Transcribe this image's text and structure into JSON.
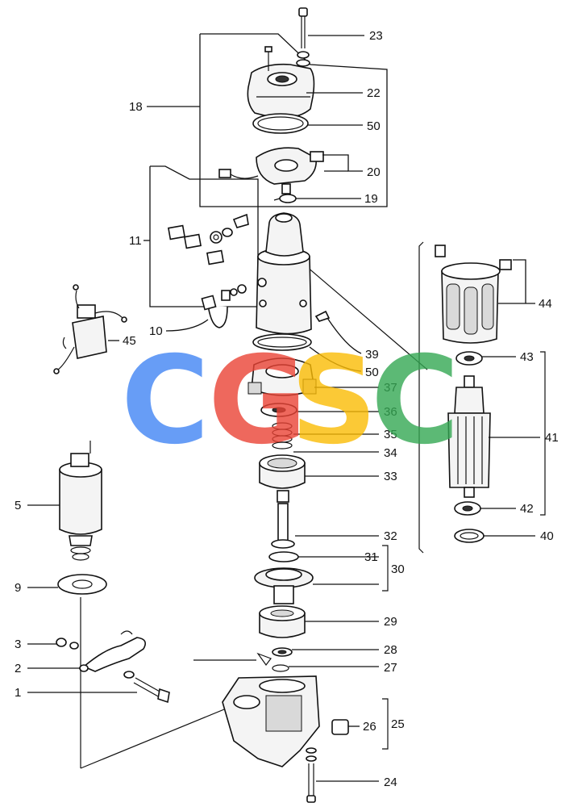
{
  "labels": {
    "l1": "1",
    "l2": "2",
    "l3": "3",
    "l5": "5",
    "l9": "9",
    "l10": "10",
    "l11": "11",
    "l18": "18",
    "l19": "19",
    "l20": "20",
    "l22": "22",
    "l23": "23",
    "l24": "24",
    "l25": "25",
    "l26": "26",
    "l27": "27",
    "l28": "28",
    "l29": "29",
    "l30": "30",
    "l31": "31",
    "l32": "32",
    "l33": "33",
    "l34": "34",
    "l35": "35",
    "l36": "36",
    "l37": "37",
    "l39": "39",
    "l40": "40",
    "l41": "41",
    "l42": "42",
    "l43": "43",
    "l44": "44",
    "l45": "45",
    "l50a": "50",
    "l50b": "50"
  },
  "watermark": {
    "letters": [
      "C",
      "G",
      "S",
      "C"
    ],
    "colors": [
      "#4285F4",
      "#EA4335",
      "#FBBC05",
      "#34A853"
    ]
  }
}
